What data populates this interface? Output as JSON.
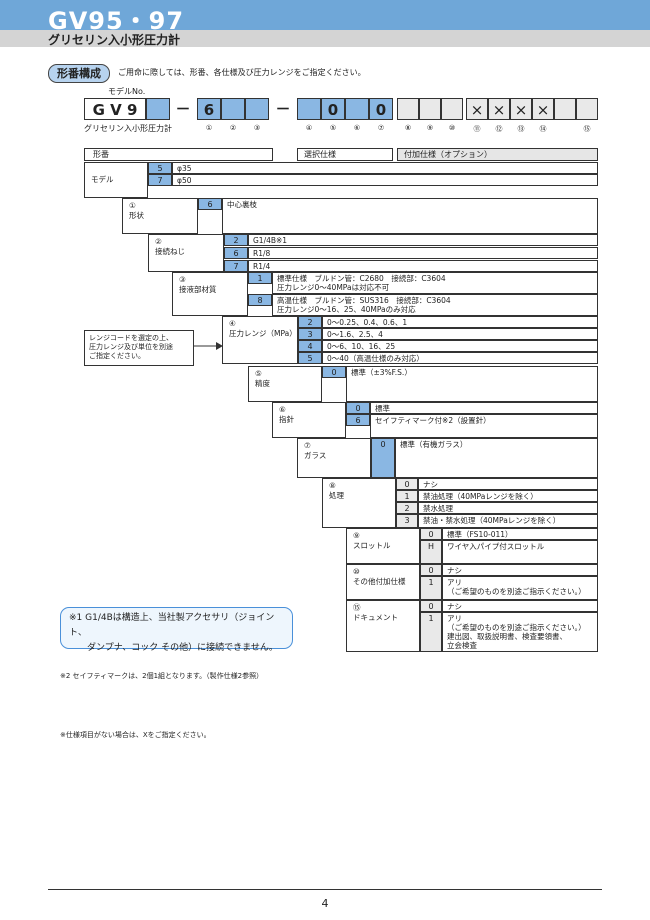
{
  "header": {
    "title": "GV95・97",
    "subtitle": "グリセリン入小形圧力計"
  },
  "section": {
    "pill": "形番構成",
    "intro": "ご用命に際しては、形番、各仕様及び圧力レンジをご指定ください。"
  },
  "model_label": "モデルNo.",
  "model_code": {
    "prefix": "G V 9",
    "dash1": "－",
    "c6": "6",
    "dash2": "－",
    "c0a": "0",
    "c0b": "0",
    "x": "×"
  },
  "model_caption": "グリセリン入小形圧力計",
  "pos_nums": [
    "①",
    "②",
    "③",
    "④",
    "⑤",
    "⑥",
    "⑦",
    "⑧",
    "⑨",
    "⑩",
    "⑪",
    "⑫",
    "⑬",
    "⑭",
    "⑮"
  ],
  "table_header": {
    "kataban": "形番",
    "selection": "選択仕様",
    "option": "付加仕様（オプション）"
  },
  "groups": [
    {
      "num": "",
      "label": "モデル",
      "rows": [
        {
          "code": "5",
          "desc": "φ35"
        },
        {
          "code": "7",
          "desc": "φ50"
        }
      ]
    },
    {
      "num": "①",
      "label": "形状",
      "rows": [
        {
          "code": "6",
          "desc": "中心裏枝"
        }
      ]
    },
    {
      "num": "②",
      "label": "接続ねじ",
      "rows": [
        {
          "code": "2",
          "desc": "G1/4B※1"
        },
        {
          "code": "6",
          "desc": "R1/8"
        },
        {
          "code": "7",
          "desc": "R1/4"
        }
      ]
    },
    {
      "num": "③",
      "label": "接液部材質",
      "rows": [
        {
          "code": "1",
          "desc": "標準仕様　ブルドン管：C2680　接続部：C3604",
          "desc2": "圧力レンジ0～40MPaは対応不可"
        },
        {
          "code": "8",
          "desc": "高温仕様　ブルドン管：SUS316　接続部：C3604",
          "desc2": "圧力レンジ0～16、25、40MPaのみ対応"
        }
      ]
    },
    {
      "num": "④",
      "label": "圧力レンジ（MPa）",
      "rows": [
        {
          "code": "2",
          "desc": "0～0.25、0.4、0.6、1"
        },
        {
          "code": "3",
          "desc": "0～1.6、2.5、4"
        },
        {
          "code": "4",
          "desc": "0～6、10、16、25"
        },
        {
          "code": "5",
          "desc": "0～40（高温仕様のみ対応）"
        }
      ]
    },
    {
      "num": "⑤",
      "label": "精度",
      "rows": [
        {
          "code": "0",
          "desc": "標準（±3%F.S.）"
        }
      ]
    },
    {
      "num": "⑥",
      "label": "指針",
      "rows": [
        {
          "code": "0",
          "desc": "標準"
        },
        {
          "code": "6",
          "desc": "セイフティマーク付※2（設置針）"
        }
      ]
    },
    {
      "num": "⑦",
      "label": "ガラス",
      "rows": [
        {
          "code": "0",
          "desc": "標準（有機ガラス）"
        }
      ]
    },
    {
      "num": "⑧",
      "label": "処理",
      "rows": [
        {
          "code": "0",
          "desc": "ナシ"
        },
        {
          "code": "1",
          "desc": "禁油処理（40MPaレンジを除く）"
        },
        {
          "code": "2",
          "desc": "禁水処理"
        },
        {
          "code": "3",
          "desc": "禁油・禁水処理（40MPaレンジを除く）"
        }
      ]
    },
    {
      "num": "⑨",
      "label": "スロットル",
      "rows": [
        {
          "code": "0",
          "desc": "標準（FS10-011）"
        },
        {
          "code": "H",
          "desc": "ワイヤ入パイプ付スロットル"
        }
      ]
    },
    {
      "num": "⑩",
      "label": "その他付加仕様",
      "rows": [
        {
          "code": "0",
          "desc": "ナシ"
        },
        {
          "code": "1",
          "desc": "アリ",
          "desc2": "（ご希望のものを別途ご指示ください。）"
        }
      ]
    },
    {
      "num": "⑮",
      "label": "ドキュメント",
      "rows": [
        {
          "code": "0",
          "desc": "ナシ"
        },
        {
          "code": "1",
          "desc": "アリ",
          "desc2": "（ご希望のものを別途ご指示ください。）",
          "desc3": "建出図、取扱説明書、検査要領書、",
          "desc4": "立会検査"
        }
      ]
    }
  ],
  "range_callout": [
    "レンジコードを選定の上、",
    "圧力レンジ及び単位を別途",
    "ご指定ください。"
  ],
  "note1": [
    "※1 G1/4Bは構造上、当社製アクセサリ（ジョイント、",
    "ダンプナ、コック その他）に接続できません。"
  ],
  "note2": "※2 セイフティマークは、2個1組となります。（製作仕様2参照）",
  "note3": "※仕様項目がない場合は、Xをご指定ください。",
  "page_number": "4",
  "colors": {
    "header_blue": "#6fa7d8",
    "code_blue": "#8ab7e3",
    "pill_blue": "#b7d3ef"
  }
}
